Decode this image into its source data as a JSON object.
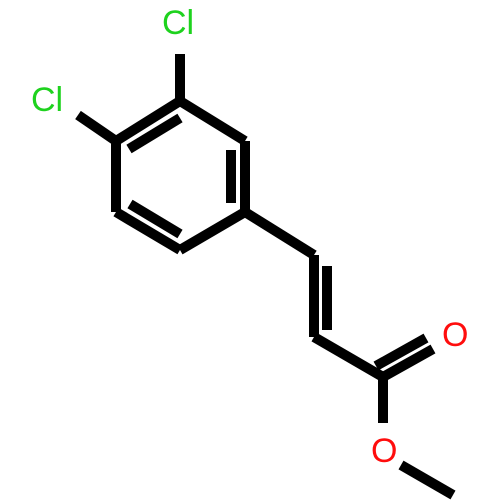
{
  "molecule": {
    "atoms": {
      "cl_top": {
        "label": "Cl",
        "color": "#1ed21e"
      },
      "cl_left": {
        "label": "Cl",
        "color": "#1ed21e"
      },
      "o_carbonyl": {
        "label": "O",
        "color": "#ff0d0d"
      },
      "o_ester": {
        "label": "O",
        "color": "#ff0d0d"
      }
    },
    "colors": {
      "bond": "#000000",
      "background": "#ffffff"
    }
  }
}
